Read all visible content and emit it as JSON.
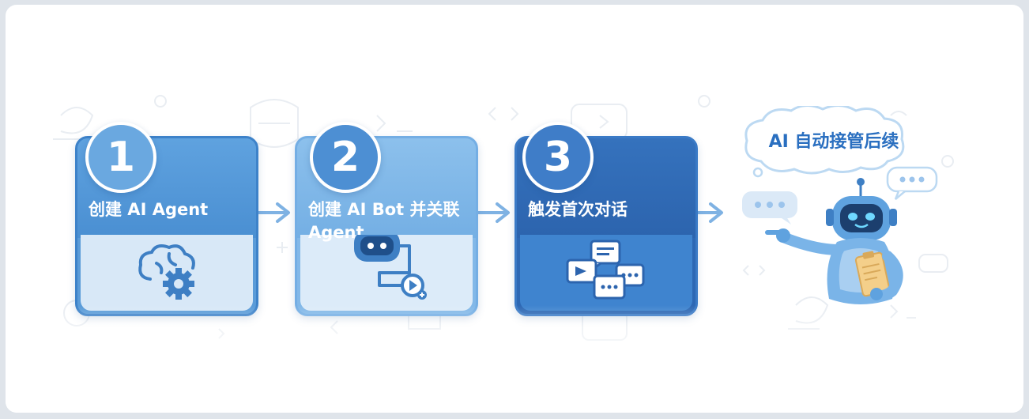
{
  "steps": [
    {
      "number": "1",
      "label": "创建 AI Agent",
      "icon": "brain-gear-icon"
    },
    {
      "number": "2",
      "label": "创建 AI Bot 并关联\nAgent",
      "icon": "robot-workflow-icon"
    },
    {
      "number": "3",
      "label": "触发首次对话",
      "icon": "chat-bubbles-icon"
    }
  ],
  "final_step": {
    "label": "AI 自动接管后续",
    "icon": "robot-pointing-icon"
  },
  "colors": {
    "primary": "#4a8fd2",
    "light": "#82b8e8",
    "dark": "#2d68b4",
    "accent_text": "#2a6fc0"
  }
}
